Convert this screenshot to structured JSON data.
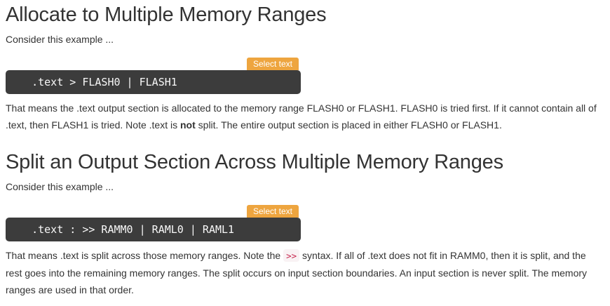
{
  "colors": {
    "heading_text": "#333333",
    "body_text": "#333333",
    "code_block_bg": "#3c3c3c",
    "code_block_text": "#f8f8f8",
    "select_button_bg": "#eea53f",
    "select_button_text": "#ffffff",
    "inline_code_text": "#c7254e",
    "inline_code_bg": "#f9f2f4"
  },
  "sections": [
    {
      "heading": "Allocate to Multiple Memory Ranges",
      "intro": "Consider this example ...",
      "select_button": "Select text",
      "code": "   .text > FLASH0 | FLASH1",
      "explanation": {
        "before_bold": "That means the .text output section is allocated to the memory range FLASH0 or FLASH1. FLASH0 is tried first. If it cannot contain all of .text, then FLASH1 is tried. Note .text is ",
        "bold": "not",
        "after_bold": " split. The entire output section is placed in either FLASH0 or FLASH1."
      }
    },
    {
      "heading": "Split an Output Section Across Multiple Memory Ranges",
      "intro": "Consider this example ...",
      "select_button": "Select text",
      "code": "   .text : >> RAMM0 | RAML0 | RAML1",
      "explanation": {
        "before_code": "That means .text is split across those memory ranges. Note the ",
        "inline_code": ">>",
        "after_code": " syntax. If all of .text does not fit in RAMM0, then it is split, and the rest goes into the remaining memory ranges. The split occurs on input section boundaries. An input section is never split. The memory ranges are used in that order."
      }
    }
  ]
}
